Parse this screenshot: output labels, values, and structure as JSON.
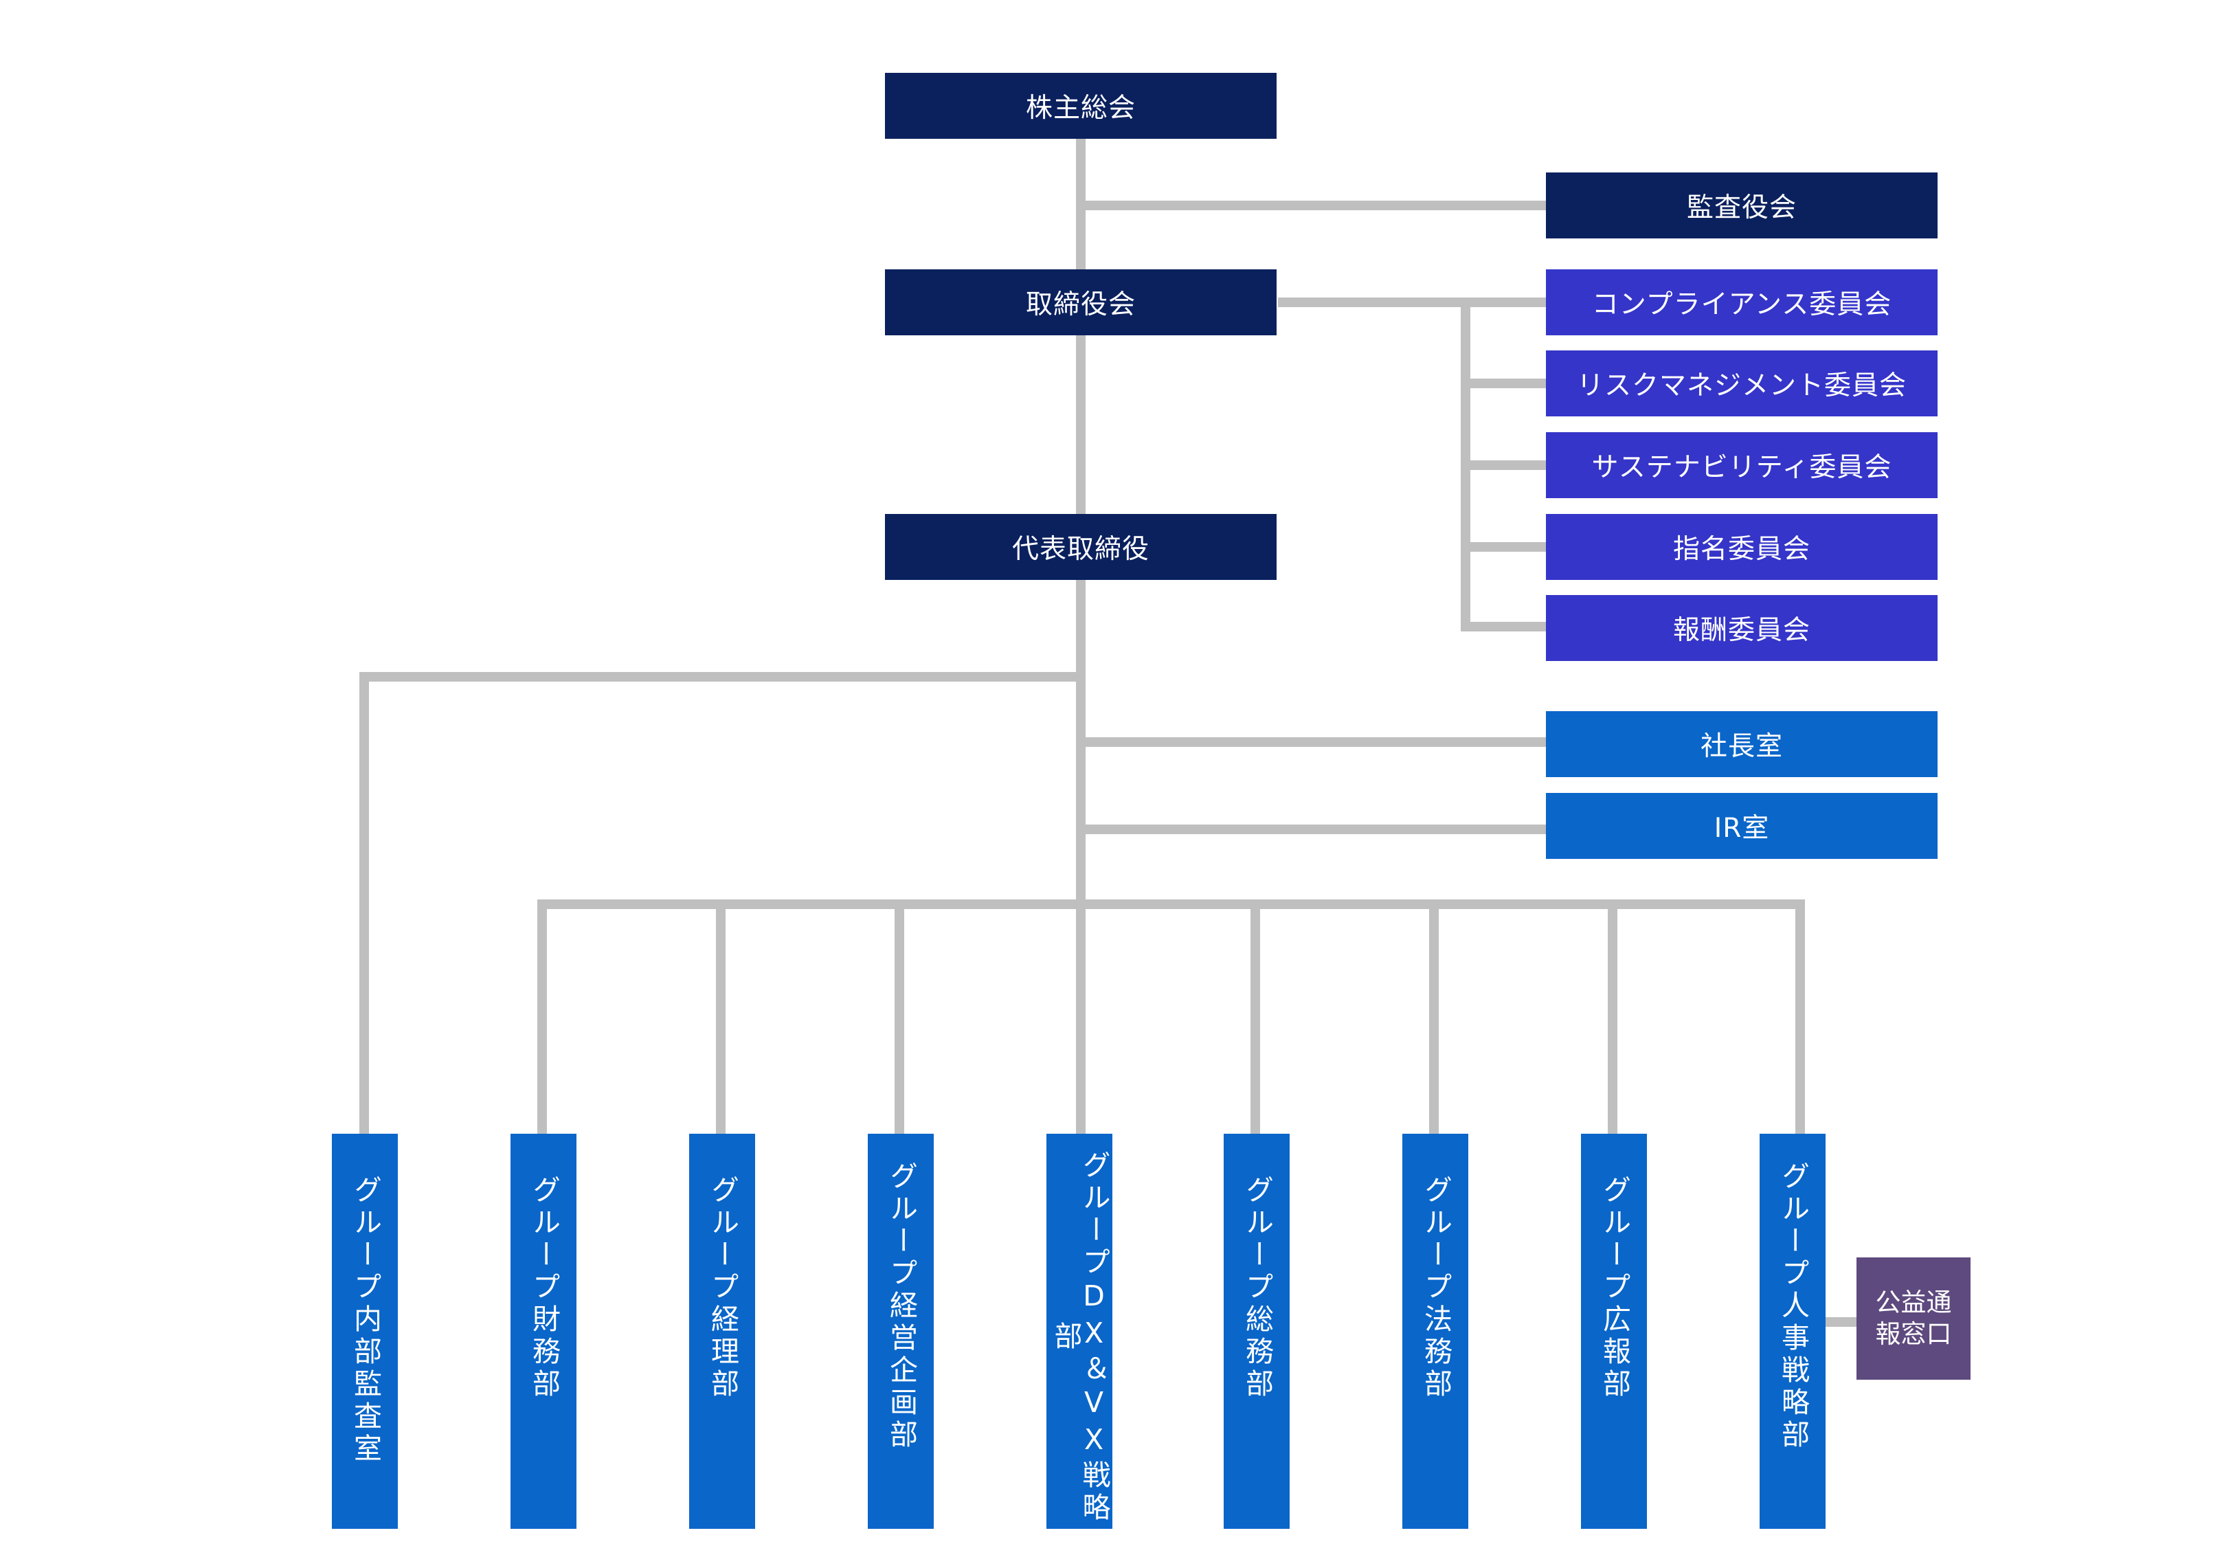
{
  "colors": {
    "navy": "#0b215e",
    "indigo": "#3535c9",
    "blue": "#0a66c9",
    "purple": "#5e4a7e",
    "connector": "#bfbfbf"
  },
  "top": {
    "shareholders": "株主総会",
    "auditors": "監査役会",
    "board": "取締役会",
    "ceo": "代表取締役"
  },
  "committees": [
    "コンプライアンス委員会",
    "リスクマネジメント委員会",
    "サステナビリティ委員会",
    "指名委員会",
    "報酬委員会"
  ],
  "offices": {
    "president_office": "社長室",
    "ir_office": "IR室"
  },
  "departments": [
    "グループ内部監査室",
    "グループ財務部",
    "グループ経理部",
    "グループ経営企画部",
    "グループDX＆VX戦略部",
    "グループ総務部",
    "グループ法務部",
    "グループ広報部",
    "グループ人事戦略部"
  ],
  "whistleblower": "公益通\n報窓口"
}
